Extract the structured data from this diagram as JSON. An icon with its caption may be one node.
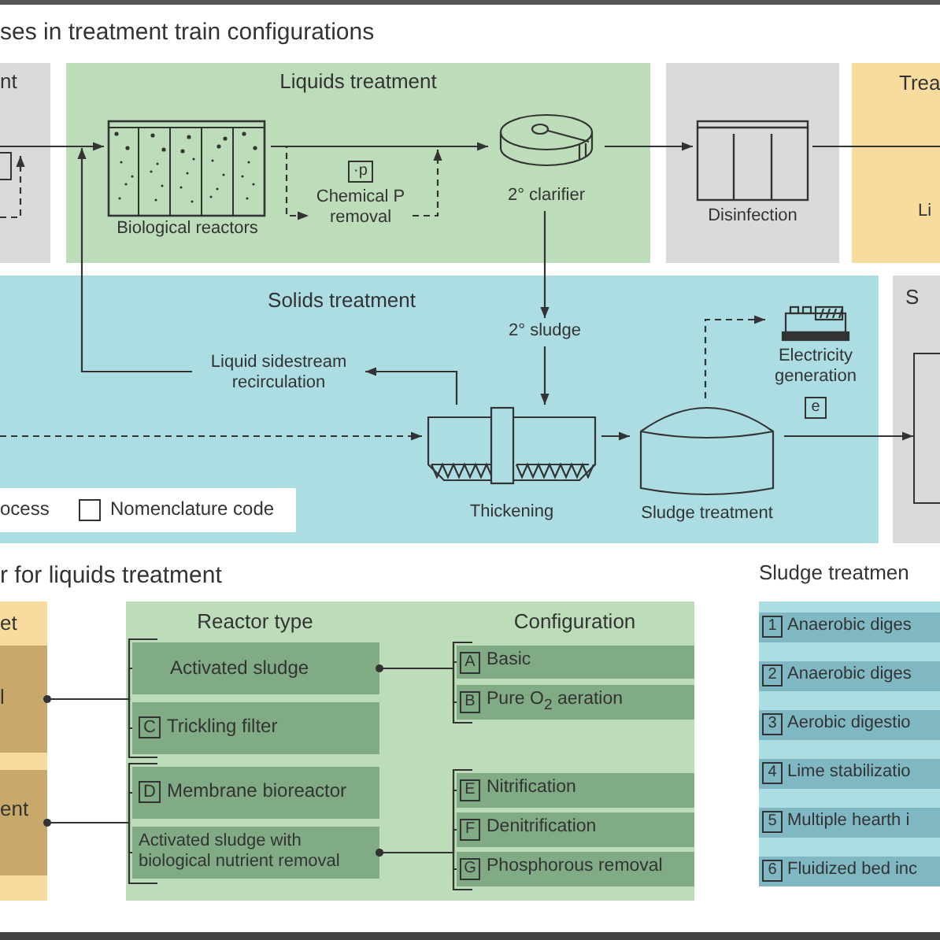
{
  "diagram": {
    "title": "ses in treatment train configurations",
    "nodes": [
      {
        "text": [
          "nt"
        ]
      },
      {
        "text": [
          "Liquids treatment"
        ]
      },
      {
        "text": [
          "Biological reactors"
        ],
        "in": 1
      },
      {
        "text": [
          "·p",
          "Chemical P removal"
        ],
        "in": 1
      },
      {
        "text": [
          "2° clarifier"
        ],
        "in": 1
      },
      {
        "text": [
          "Disinfection"
        ]
      },
      {
        "text": [
          "Trea",
          "Li"
        ]
      },
      {
        "text": [
          "Solids treatment"
        ]
      },
      {
        "text": [
          "Liquid sidestream recirculation"
        ],
        "in": 7
      },
      {
        "text": [
          "2° sludge"
        ],
        "in": 7
      },
      {
        "text": [
          "Thickening"
        ],
        "in": 7
      },
      {
        "text": [
          "Sludge treatment"
        ],
        "in": 7
      },
      {
        "text": [
          "Electricity generation",
          "e"
        ],
        "in": 7
      },
      {
        "text": [
          "S"
        ]
      },
      {
        "text": [],
        "shape": "box",
        "in": 13
      },
      {
        "text": [
          "et"
        ]
      },
      {
        "text": [
          "l"
        ],
        "in": 15
      },
      {
        "text": [
          "ent"
        ],
        "in": 15
      },
      {
        "text": [
          "Reactor type",
          "Configuration"
        ]
      },
      {
        "text": [
          "Activated sludge"
        ],
        "in": 18
      },
      {
        "text": [
          "C",
          "Trickling filter"
        ],
        "in": 18
      },
      {
        "text": [
          "D",
          "Membrane bioreactor"
        ],
        "in": 18
      },
      {
        "text": [
          "Activated sludge with biological nutrient removal"
        ],
        "in": 18
      },
      {
        "text": [
          "A",
          "Basic"
        ],
        "in": 18
      },
      {
        "text": [
          "B",
          "Pure O$_{2}$ aeration"
        ],
        "in": 18
      },
      {
        "text": [
          "E",
          "Nitrification"
        ],
        "in": 18
      },
      {
        "text": [
          "F",
          "Denitrification"
        ],
        "in": 18
      },
      {
        "text": [
          "G",
          "Phosphorous removal"
        ],
        "in": 18
      },
      {
        "text": [
          "Sludge treatmen"
        ]
      },
      {
        "text": [
          "1",
          "Anaerobic diges"
        ],
        "in": 28
      },
      {
        "text": [
          "2",
          "Anaerobic diges"
        ],
        "in": 28
      },
      {
        "text": [
          "3",
          "Aerobic digestio"
        ],
        "in": 28
      },
      {
        "text": [
          "4",
          "Lime stabilizatio"
        ],
        "in": 28
      },
      {
        "text": [
          "5",
          "Multiple hearth i"
        ],
        "in": 28
      },
      {
        "text": [
          "6",
          "Fluidized bed inc"
        ],
        "in": 28
      }
    ],
    "edges": [
      {
        "from": 0,
        "to": 2,
        "arrow": "to"
      },
      {
        "from": 2,
        "to": 4,
        "arrow": "to"
      },
      {
        "from": 4,
        "to": 5,
        "arrow": "to"
      },
      {
        "from": 5,
        "to": 6,
        "arrow": "none"
      },
      {
        "from": 2,
        "to": 3,
        "arrow": "to",
        "style": "dashed"
      },
      {
        "from": 3,
        "to": null,
        "arrow": "to",
        "style": "dashed"
      },
      {
        "from": 4,
        "to": 9,
        "arrow": "to"
      },
      {
        "from": 9,
        "to": 10,
        "arrow": "to"
      },
      {
        "from": 10,
        "to": 8,
        "arrow": "to"
      },
      {
        "from": 8,
        "to": 1,
        "arrow": "to"
      },
      {
        "from": null,
        "to": 10,
        "arrow": "to",
        "style": "dashed"
      },
      {
        "from": 10,
        "to": 11,
        "arrow": "to"
      },
      {
        "from": 11,
        "to": 12,
        "arrow": "to",
        "style": "dashed"
      },
      {
        "from": 11,
        "to": 14,
        "arrow": "to"
      },
      {
        "from": 16,
        "to": 19,
        "arrow": "other"
      },
      {
        "from": 16,
        "to": 20,
        "arrow": "other"
      },
      {
        "from": 17,
        "to": 21,
        "arrow": "other"
      },
      {
        "from": 17,
        "to": 22,
        "arrow": "other"
      },
      {
        "from": 19,
        "to": 23,
        "arrow": "other"
      },
      {
        "from": 19,
        "to": 24,
        "arrow": "other"
      },
      {
        "from": 22,
        "to": 25,
        "arrow": "other"
      },
      {
        "from": 22,
        "to": 26,
        "arrow": "other"
      },
      {
        "from": 22,
        "to": 27,
        "arrow": "other"
      }
    ],
    "labels": [
      "r for liquids treatment"
    ],
    "legend": [
      {
        "text": "ocess"
      },
      {
        "text": "Nomenclature code"
      }
    ]
  }
}
